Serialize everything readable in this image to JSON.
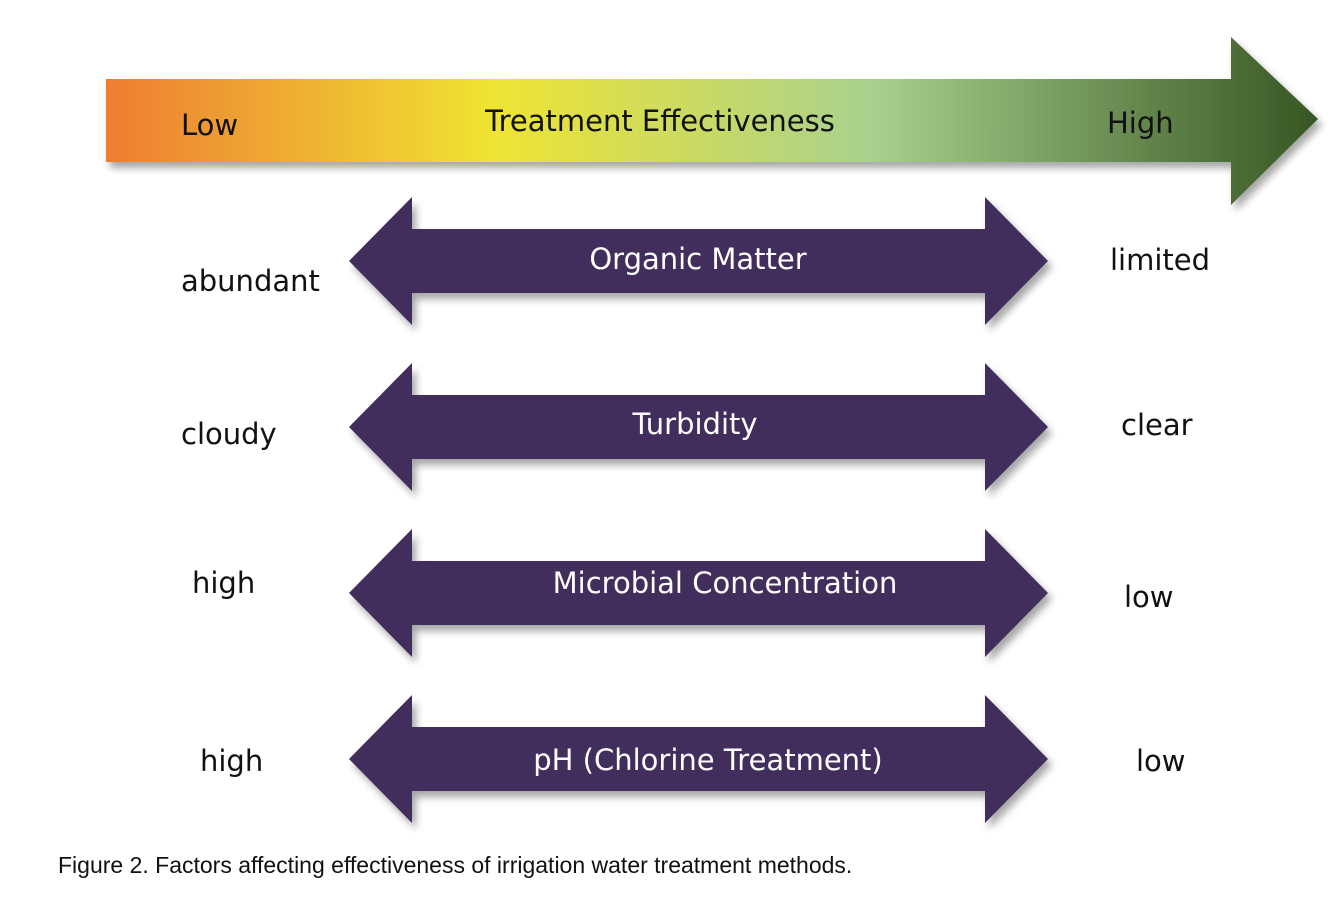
{
  "scale": {
    "low_label": "Low",
    "title": "Treatment Effectiveness",
    "high_label": "High",
    "gradient": [
      "#ee7d30",
      "#efe433",
      "#a9d18e",
      "#375623"
    ]
  },
  "factors": [
    {
      "name": "Organic Matter",
      "left": "abundant",
      "right": "limited"
    },
    {
      "name": "Turbidity",
      "left": "cloudy",
      "right": "clear"
    },
    {
      "name": "Microbial Concentration",
      "left": "high",
      "right": "low"
    },
    {
      "name": "pH (Chlorine Treatment)",
      "left": "high",
      "right": "low"
    }
  ],
  "colors": {
    "factor_arrow": "#432d5b"
  },
  "caption": "Figure 2. Factors affecting effectiveness of irrigation water treatment methods."
}
